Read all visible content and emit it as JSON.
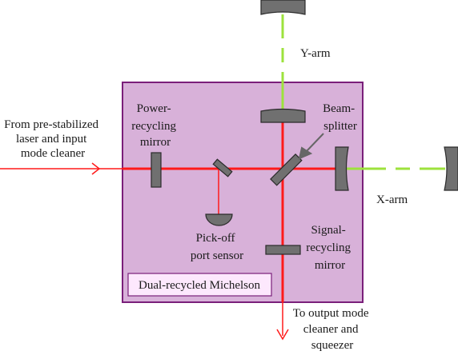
{
  "labels": {
    "input": [
      "From pre-stabilized",
      "laser and input",
      "mode cleaner"
    ],
    "power_recycling": [
      "Power-",
      "recycling",
      "mirror"
    ],
    "beam_splitter": [
      "Beam-",
      "splitter"
    ],
    "pick_off": [
      "Pick-off",
      "port sensor"
    ],
    "signal_recycling": [
      "Signal-",
      "recycling",
      "mirror"
    ],
    "output": [
      "To output mode",
      "cleaner and",
      "squeezer"
    ],
    "y_arm": "Y-arm",
    "x_arm": "X-arm",
    "box_title": "Dual-recycled Michelson"
  },
  "colors": {
    "box_fill": "#d8b1d9",
    "box_border": "#7a1f7a",
    "title_box_fill": "#fde8fd",
    "laser": "#ff1a1a",
    "arm_beam": "#9de23c",
    "optic_fill": "#707070",
    "optic_stroke": "#2a2a2a",
    "arrow": "#666666"
  }
}
